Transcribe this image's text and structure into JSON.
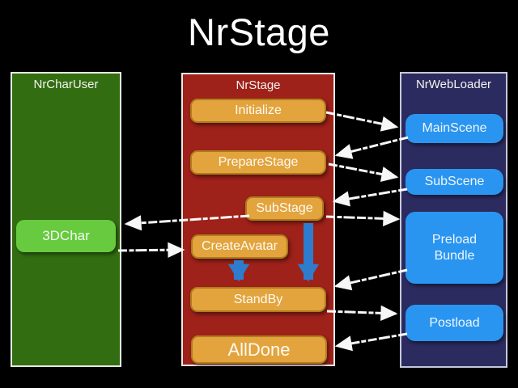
{
  "title": "NrStage",
  "columns": [
    {
      "label": "NrCharUser",
      "nodes": [
        {
          "label": "3DChar"
        }
      ]
    },
    {
      "label": "NrStage",
      "nodes": [
        {
          "label": "Initialize"
        },
        {
          "label": "PrepareStage"
        },
        {
          "label": "SubStage"
        },
        {
          "label": "CreateAvatar"
        },
        {
          "label": "StandBy"
        },
        {
          "label": "AllDone"
        }
      ]
    },
    {
      "label": "NrWebLoader",
      "nodes": [
        {
          "label": "MainScene"
        },
        {
          "label": "SubScene"
        },
        {
          "label": "Preload Bundle"
        },
        {
          "label": "Postload"
        }
      ]
    }
  ],
  "edges": [
    {
      "from": "Initialize",
      "to": "MainScene",
      "style": "sketch-white"
    },
    {
      "from": "MainScene",
      "to": "PrepareStage",
      "style": "sketch-white"
    },
    {
      "from": "PrepareStage",
      "to": "SubScene",
      "style": "sketch-white"
    },
    {
      "from": "SubScene",
      "to": "SubStage",
      "style": "sketch-white"
    },
    {
      "from": "SubStage",
      "to": "3DChar",
      "style": "sketch-white"
    },
    {
      "from": "3DChar",
      "to": "CreateAvatar",
      "style": "sketch-white"
    },
    {
      "from": "SubStage",
      "to": "Preload Bundle",
      "style": "sketch-white"
    },
    {
      "from": "Preload Bundle",
      "to": "StandBy",
      "style": "sketch-white"
    },
    {
      "from": "CreateAvatar",
      "to": "StandBy",
      "style": "solid-blue"
    },
    {
      "from": "SubStage",
      "to": "StandBy",
      "style": "solid-blue"
    },
    {
      "from": "StandBy",
      "to": "Postload",
      "style": "sketch-white"
    },
    {
      "from": "Postload",
      "to": "AllDone",
      "style": "sketch-white"
    }
  ],
  "colors": {
    "background": "#000000",
    "char_user_panel": "#336d12",
    "char_user_node": "#67ca3f",
    "stage_panel": "#9e211a",
    "stage_node_fill": "#e3a43d",
    "stage_node_border": "#b07c1d",
    "web_loader_panel": "#2c2b60",
    "web_loader_node": "#2a95f0",
    "blue_flow_arrow": "#2e7ccd",
    "sketch_arrow": "#ffffff"
  }
}
